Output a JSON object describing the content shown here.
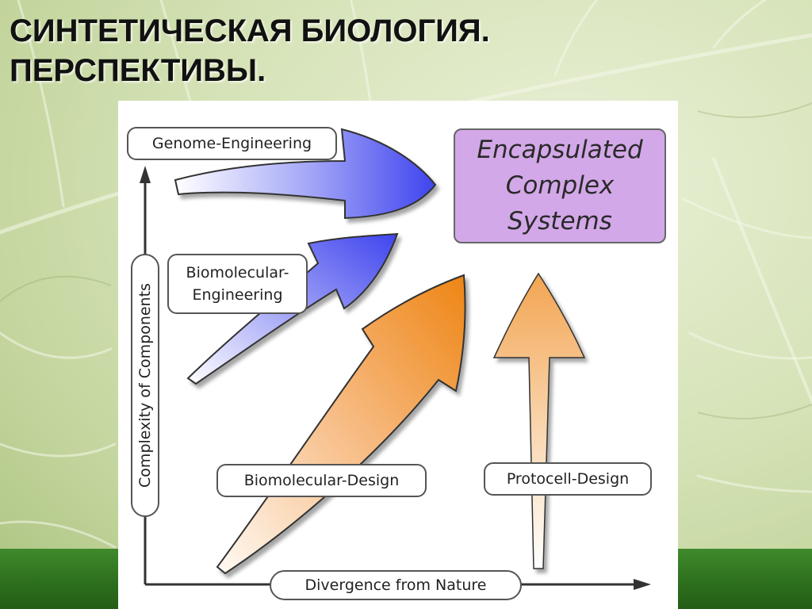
{
  "slide": {
    "title_line1": "СИНТЕТИЧЕСКАЯ БИОЛОГИЯ.",
    "title_line2": "ПЕРСПЕКТИВЫ."
  },
  "diagram": {
    "y_axis_label": "Complexity of Components",
    "x_axis_label": "Divergence from Nature",
    "labels": {
      "genome_engineering": "Genome-Engineering",
      "biomolecular_engineering_line1": "Biomolecular-",
      "biomolecular_engineering_line2": "Engineering",
      "biomolecular_design": "Biomolecular-Design",
      "protocell_design": "Protocell-Design"
    },
    "target_box": {
      "line1": "Encapsulated",
      "line2": "Complex",
      "line3": "Systems"
    },
    "colors": {
      "blue_arrow": "#4a4ff0",
      "orange_arrow": "#f08a1c",
      "light_orange_arrow": "#f5b068",
      "target_box": "#d3a8e8",
      "footer_band": "#2c6d1c"
    }
  }
}
